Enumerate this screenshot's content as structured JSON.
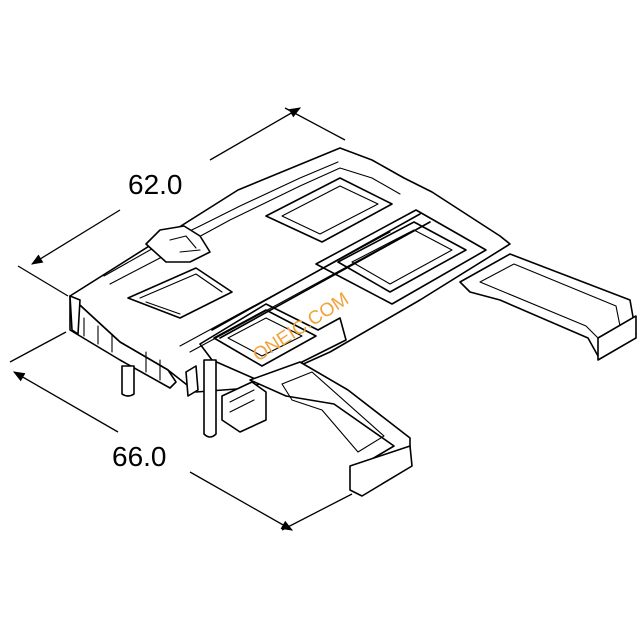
{
  "dimensions": {
    "width_label": "62.0",
    "depth_label": "66.0"
  },
  "watermark": {
    "text": "ONEIC.COM",
    "color": "#f2a23a"
  },
  "colors": {
    "line": "#000000",
    "background": "#ffffff"
  }
}
